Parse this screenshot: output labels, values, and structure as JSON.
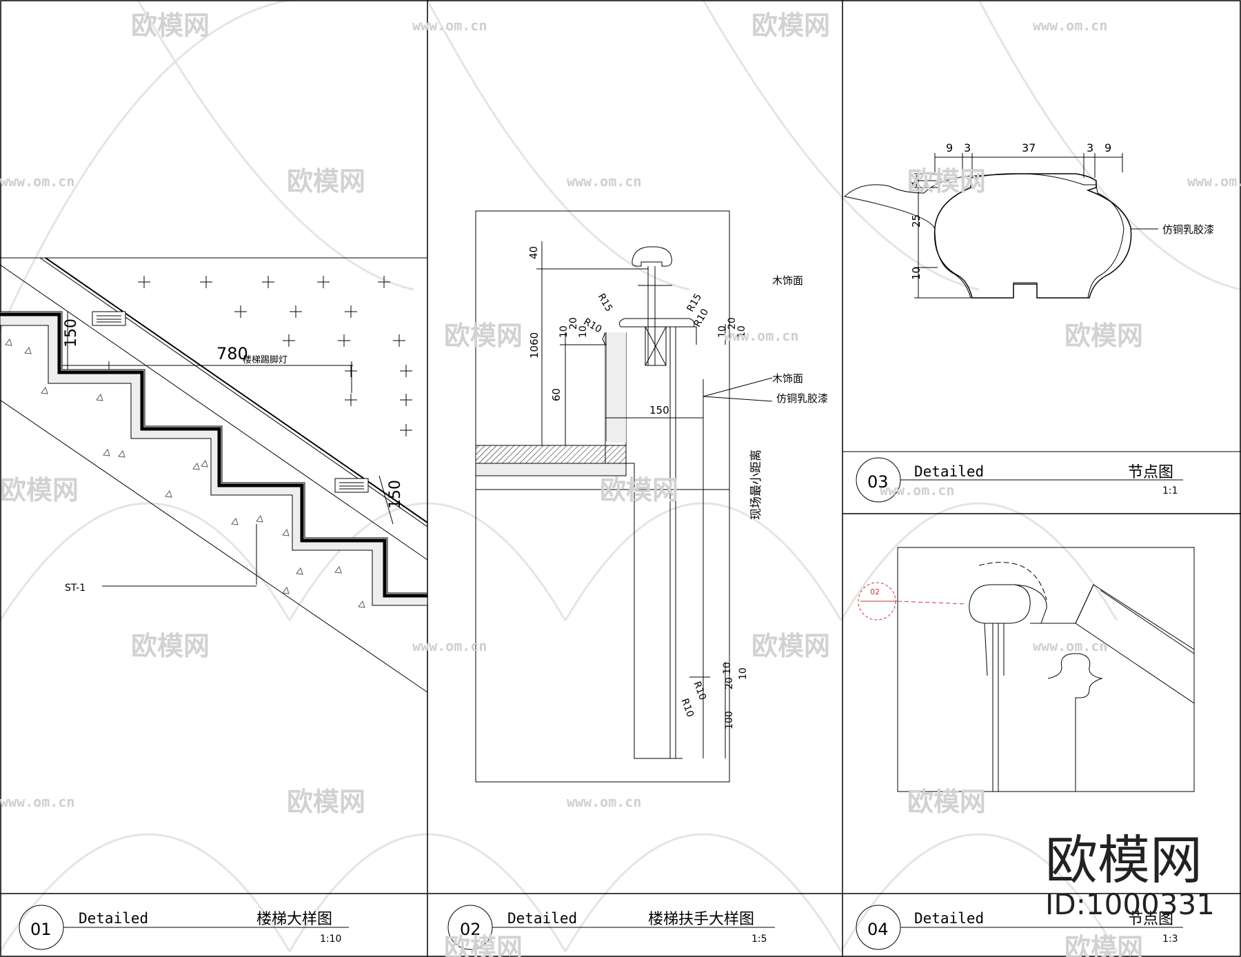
{
  "panels": [
    {
      "number": "01",
      "label": "Detailed",
      "title": "楼梯大样图",
      "scale": "1:10"
    },
    {
      "number": "02",
      "label": "Detailed",
      "title": "楼梯扶手大样图",
      "scale": "1:5"
    },
    {
      "number": "03",
      "label": "Detailed",
      "title": "节点图",
      "scale": "1:1"
    },
    {
      "number": "04",
      "label": "Detailed",
      "title": "节点图",
      "scale": "1:3"
    }
  ],
  "panel1": {
    "dim_tread": "780",
    "dim_riser_top": "150",
    "dim_riser_right": "150",
    "light_label": "楼梯踢脚灯",
    "material_tag": "ST-1"
  },
  "panel2": {
    "dims_left": [
      "40",
      "1060",
      "60"
    ],
    "dims_left_small": [
      "10",
      "20",
      "10"
    ],
    "dims_right_small": [
      "10",
      "20",
      "10"
    ],
    "dims_bottom": [
      "20",
      "10",
      "10",
      "100"
    ],
    "dim_width": "150",
    "radii": [
      "R15",
      "R15",
      "R10",
      "R10",
      "R10",
      "R10"
    ],
    "notes": [
      "木饰面",
      "木饰面",
      "仿铜乳胶漆"
    ],
    "vertical_note": "现场最小距离"
  },
  "panel3": {
    "dims_top": [
      "9",
      "3",
      "37",
      "3",
      "9"
    ],
    "dims_left": [
      "2",
      "3",
      "25",
      "10"
    ],
    "note": "仿铜乳胶漆"
  },
  "panel4": {
    "ref_tag": "02"
  },
  "watermark": {
    "brand": "欧模网",
    "url": "www.om.cn",
    "id": "ID:1000331"
  }
}
